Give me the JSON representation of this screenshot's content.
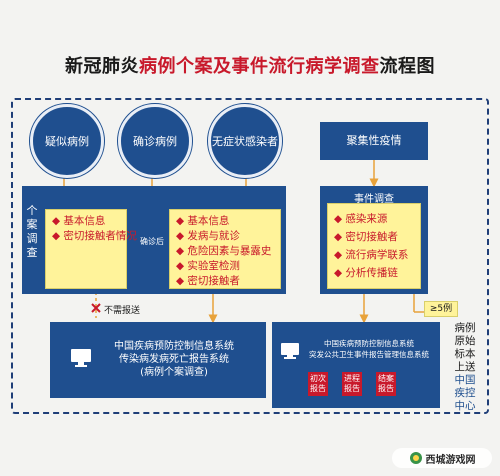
{
  "title_prefix": "新冠肺炎",
  "title_highlight": "病例个案及事件流行病学调查",
  "title_suffix": "流程图",
  "circles": {
    "suspected": "疑似病例",
    "confirmed": "确诊病例",
    "asymptomatic": "无症状感染者"
  },
  "cluster": "聚集性疫情",
  "case_investigation": {
    "label": "个案调查",
    "confirm_after": "确诊后"
  },
  "suspected_items": [
    "基本信息",
    "密切接触者情况"
  ],
  "confirmed_items": [
    "基本信息",
    "发病与就诊",
    "危险因素与暴露史",
    "实验室检测",
    "密切接触者"
  ],
  "event_investigation": {
    "label": "事件调查",
    "items": [
      "感染来源",
      "密切接触者",
      "流行病学联系",
      "分析传播链"
    ]
  },
  "no_report": "不需报送",
  "system_left": [
    "中国疾病预防控制信息系统",
    "传染病发病死亡报告系统",
    "(病例个案调查)"
  ],
  "system_right": [
    "中国疾病预防控制信息系统",
    "突发公共卫生事件报告管理信息系统"
  ],
  "reports": [
    [
      "初次",
      "报告"
    ],
    [
      "进程",
      "报告"
    ],
    [
      "结案",
      "报告"
    ]
  ],
  "threshold": "≥5例",
  "side_note": {
    "black": [
      "病例",
      "原始",
      "标本",
      "上送"
    ],
    "blue": [
      "中国",
      "疾控",
      "中心"
    ]
  },
  "watermark": "西城游戏网",
  "colors": {
    "navy": "#1f4f8f",
    "red": "#c8192b",
    "yellow": "#fff39a",
    "orange": "#e8a23a"
  }
}
